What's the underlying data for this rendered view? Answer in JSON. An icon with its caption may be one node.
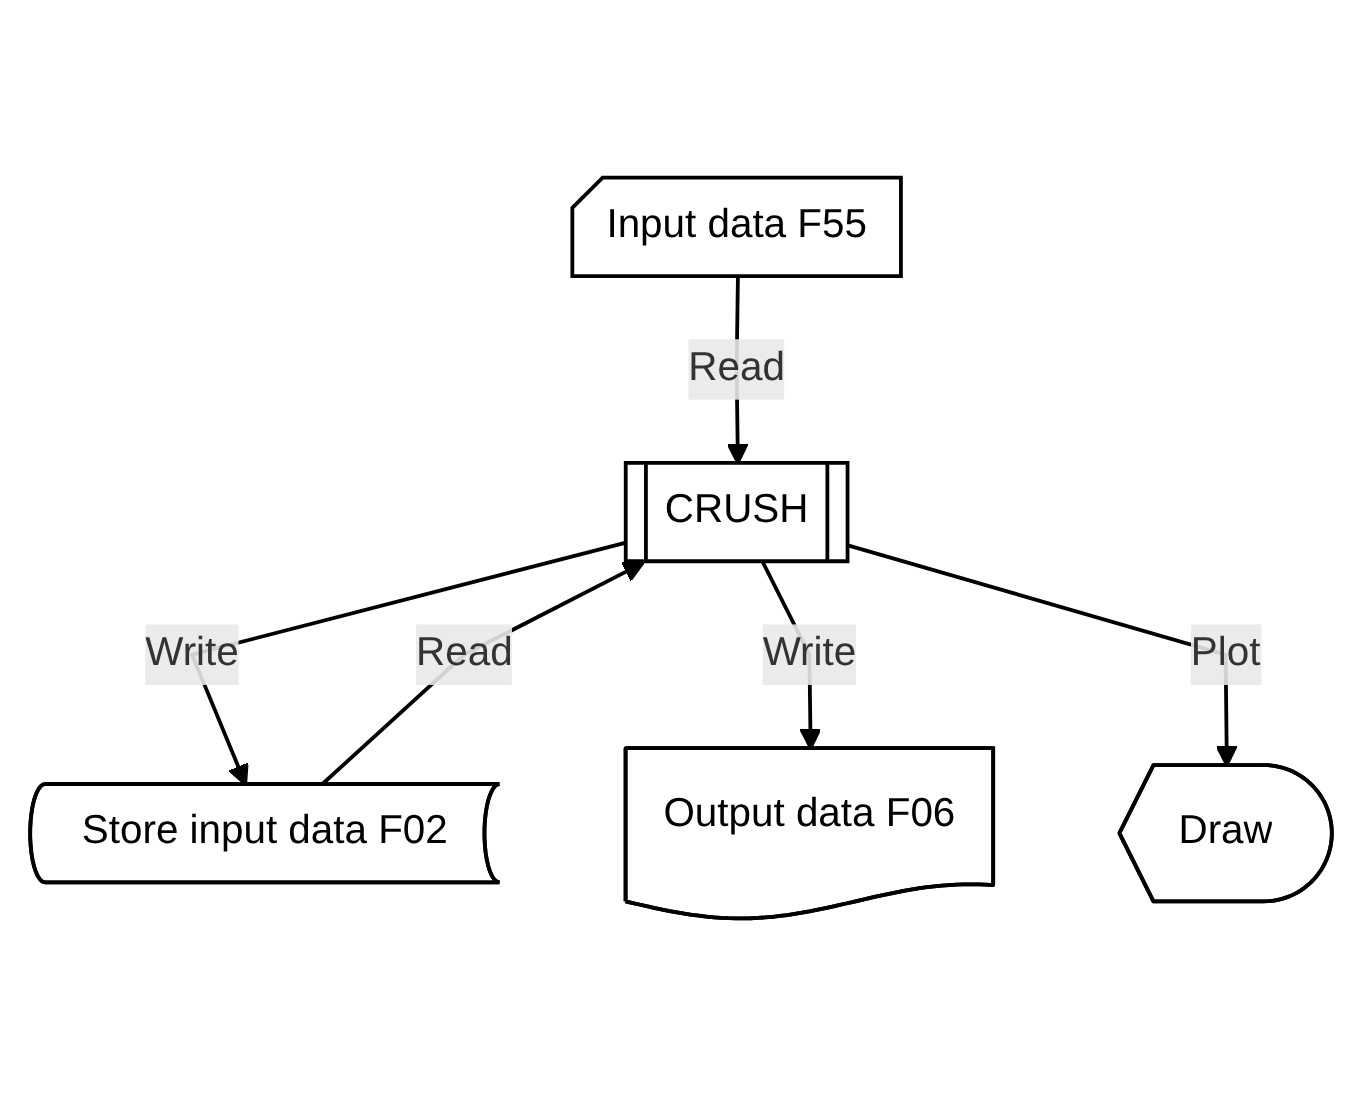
{
  "diagram": {
    "nodes": [
      {
        "text": [
          "Input data F55"
        ]
      },
      {
        "text": [
          "CRUSH"
        ]
      },
      {
        "text": [
          "Store input data F02"
        ]
      },
      {
        "text": [
          "Output data F06"
        ]
      },
      {
        "text": [
          "Draw"
        ]
      }
    ],
    "edges": [
      {
        "from": 0,
        "to": 1,
        "arrow": "to",
        "label": "Read"
      },
      {
        "from": 1,
        "to": 2,
        "arrow": "to",
        "label": "Write"
      },
      {
        "from": 2,
        "to": 1,
        "arrow": "to",
        "label": "Read"
      },
      {
        "from": 1,
        "to": 3,
        "arrow": "to",
        "label": "Write"
      },
      {
        "from": 1,
        "to": 4,
        "arrow": "to",
        "label": "Plot"
      }
    ]
  }
}
